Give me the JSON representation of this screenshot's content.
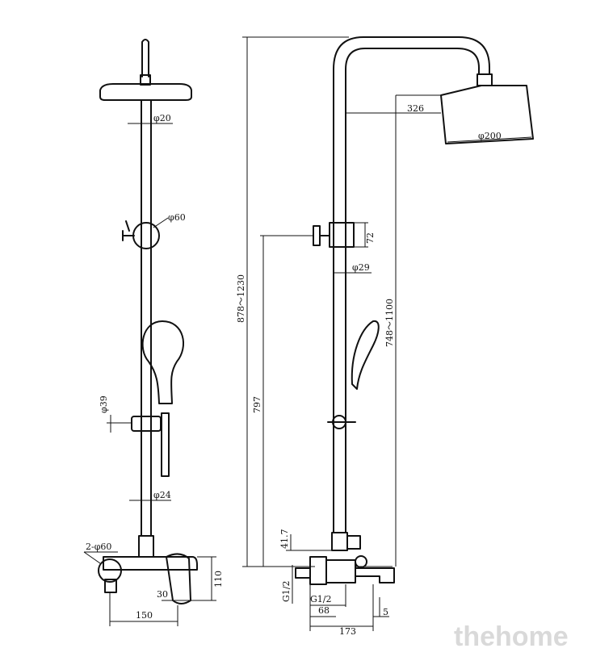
{
  "front_view": {
    "pipe_diameter": "φ20",
    "bracket_diameter": "φ60",
    "holder_diameter": "φ39",
    "lower_pipe_diameter": "φ24",
    "flange_diameter": "2-φ60",
    "spout_offset": "30",
    "mixer_height": "110",
    "mixer_width": "150"
  },
  "side_view": {
    "total_height_range": "878～1230",
    "arm_reach": "326",
    "head_diameter": "φ200",
    "bracket_height": "72",
    "slider_diameter": "φ29",
    "bracket_to_inlet": "797",
    "slider_range": "748～1100",
    "valve_height": "41.7",
    "inlet_thread": "G1/2",
    "outlet_thread": "G1/2",
    "inlet_depth": "68",
    "spout_depth": "173",
    "spout_drop": "5"
  },
  "watermark": "thehome"
}
